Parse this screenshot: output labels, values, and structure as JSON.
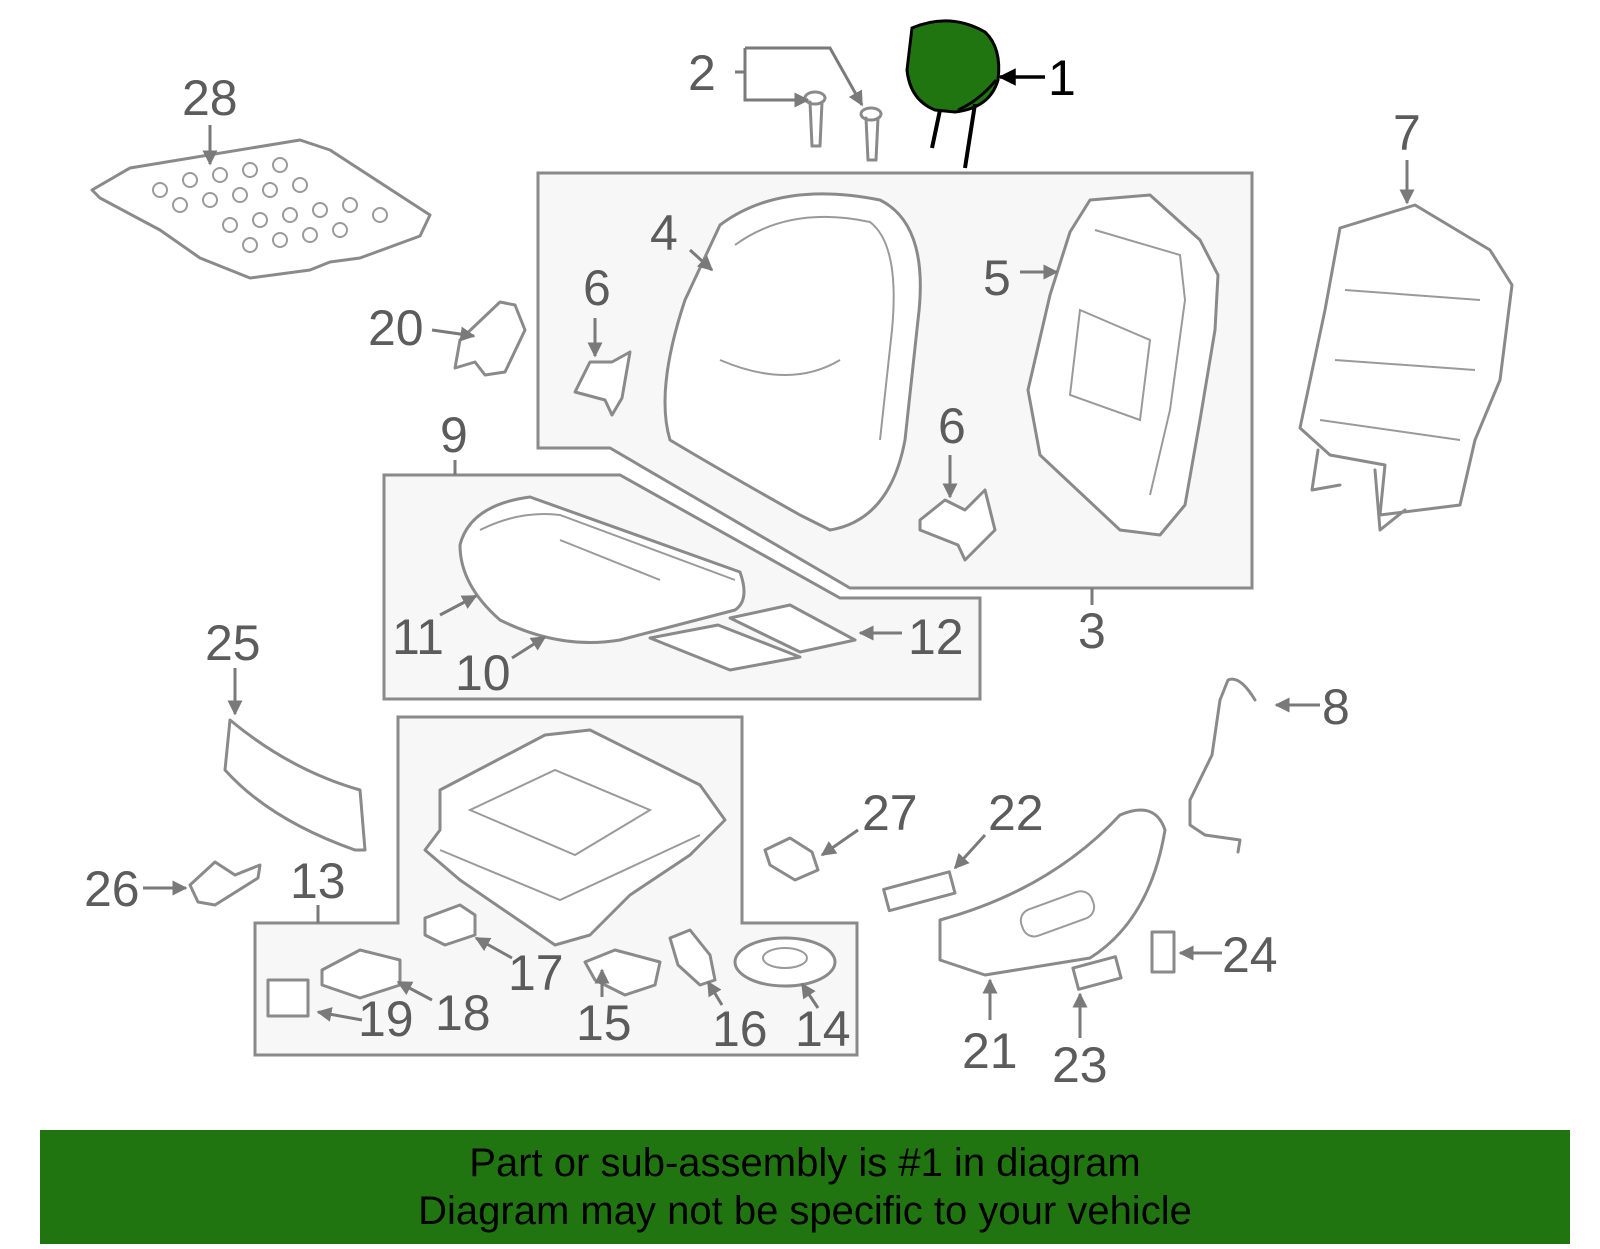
{
  "highlight_color": "#217511",
  "highlighted_part": "1",
  "callouts": {
    "c1": "1",
    "c2": "2",
    "c3": "3",
    "c4": "4",
    "c5": "5",
    "c6a": "6",
    "c6b": "6",
    "c7": "7",
    "c8": "8",
    "c9": "9",
    "c10": "10",
    "c11": "11",
    "c12": "12",
    "c13": "13",
    "c14": "14",
    "c15": "15",
    "c16": "16",
    "c17": "17",
    "c18": "18",
    "c19": "19",
    "c20": "20",
    "c21": "21",
    "c22": "22",
    "c23": "23",
    "c24": "24",
    "c25": "25",
    "c26": "26",
    "c27": "27",
    "c28": "28"
  },
  "banner": {
    "line1": "Part or sub-assembly is #1 in diagram",
    "line2": "Diagram may not be specific to your vehicle"
  }
}
